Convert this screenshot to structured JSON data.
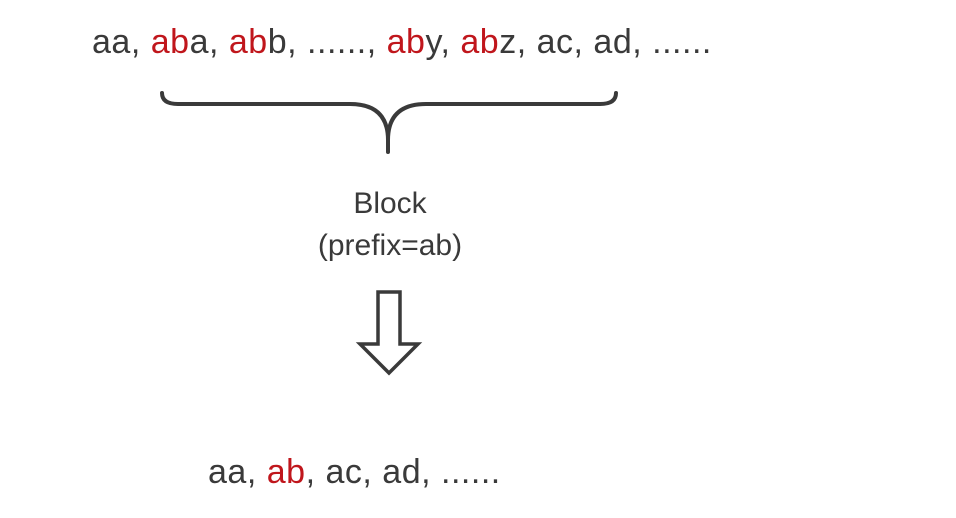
{
  "top_sequence": [
    {
      "parts": [
        {
          "text": "aa",
          "hl": false
        }
      ]
    },
    {
      "parts": [
        {
          "text": "ab",
          "hl": true
        },
        {
          "text": "a",
          "hl": false
        }
      ]
    },
    {
      "parts": [
        {
          "text": "ab",
          "hl": true
        },
        {
          "text": "b",
          "hl": false
        }
      ]
    },
    {
      "parts": [
        {
          "text": "......",
          "hl": false
        }
      ]
    },
    {
      "parts": [
        {
          "text": "ab",
          "hl": true
        },
        {
          "text": "y",
          "hl": false
        }
      ]
    },
    {
      "parts": [
        {
          "text": "ab",
          "hl": true
        },
        {
          "text": "z",
          "hl": false
        }
      ]
    },
    {
      "parts": [
        {
          "text": "ac",
          "hl": false
        }
      ]
    },
    {
      "parts": [
        {
          "text": "ad",
          "hl": false
        }
      ]
    },
    {
      "parts": [
        {
          "text": "......",
          "hl": false
        }
      ]
    }
  ],
  "bottom_sequence": [
    {
      "parts": [
        {
          "text": "aa",
          "hl": false
        }
      ]
    },
    {
      "parts": [
        {
          "text": "ab",
          "hl": true
        }
      ]
    },
    {
      "parts": [
        {
          "text": "ac",
          "hl": false
        }
      ]
    },
    {
      "parts": [
        {
          "text": "ad",
          "hl": false
        }
      ]
    },
    {
      "parts": [
        {
          "text": "......",
          "hl": false
        }
      ]
    }
  ],
  "separator": ", ",
  "block": {
    "title": "Block",
    "prefix": "(prefix=ab)"
  },
  "colors": {
    "text": "#3a3a3a",
    "highlight": "#c0161c",
    "stroke": "#3a3a3a"
  },
  "icons": {
    "brace": "curly-brace-down",
    "arrow": "hollow-down-arrow"
  }
}
